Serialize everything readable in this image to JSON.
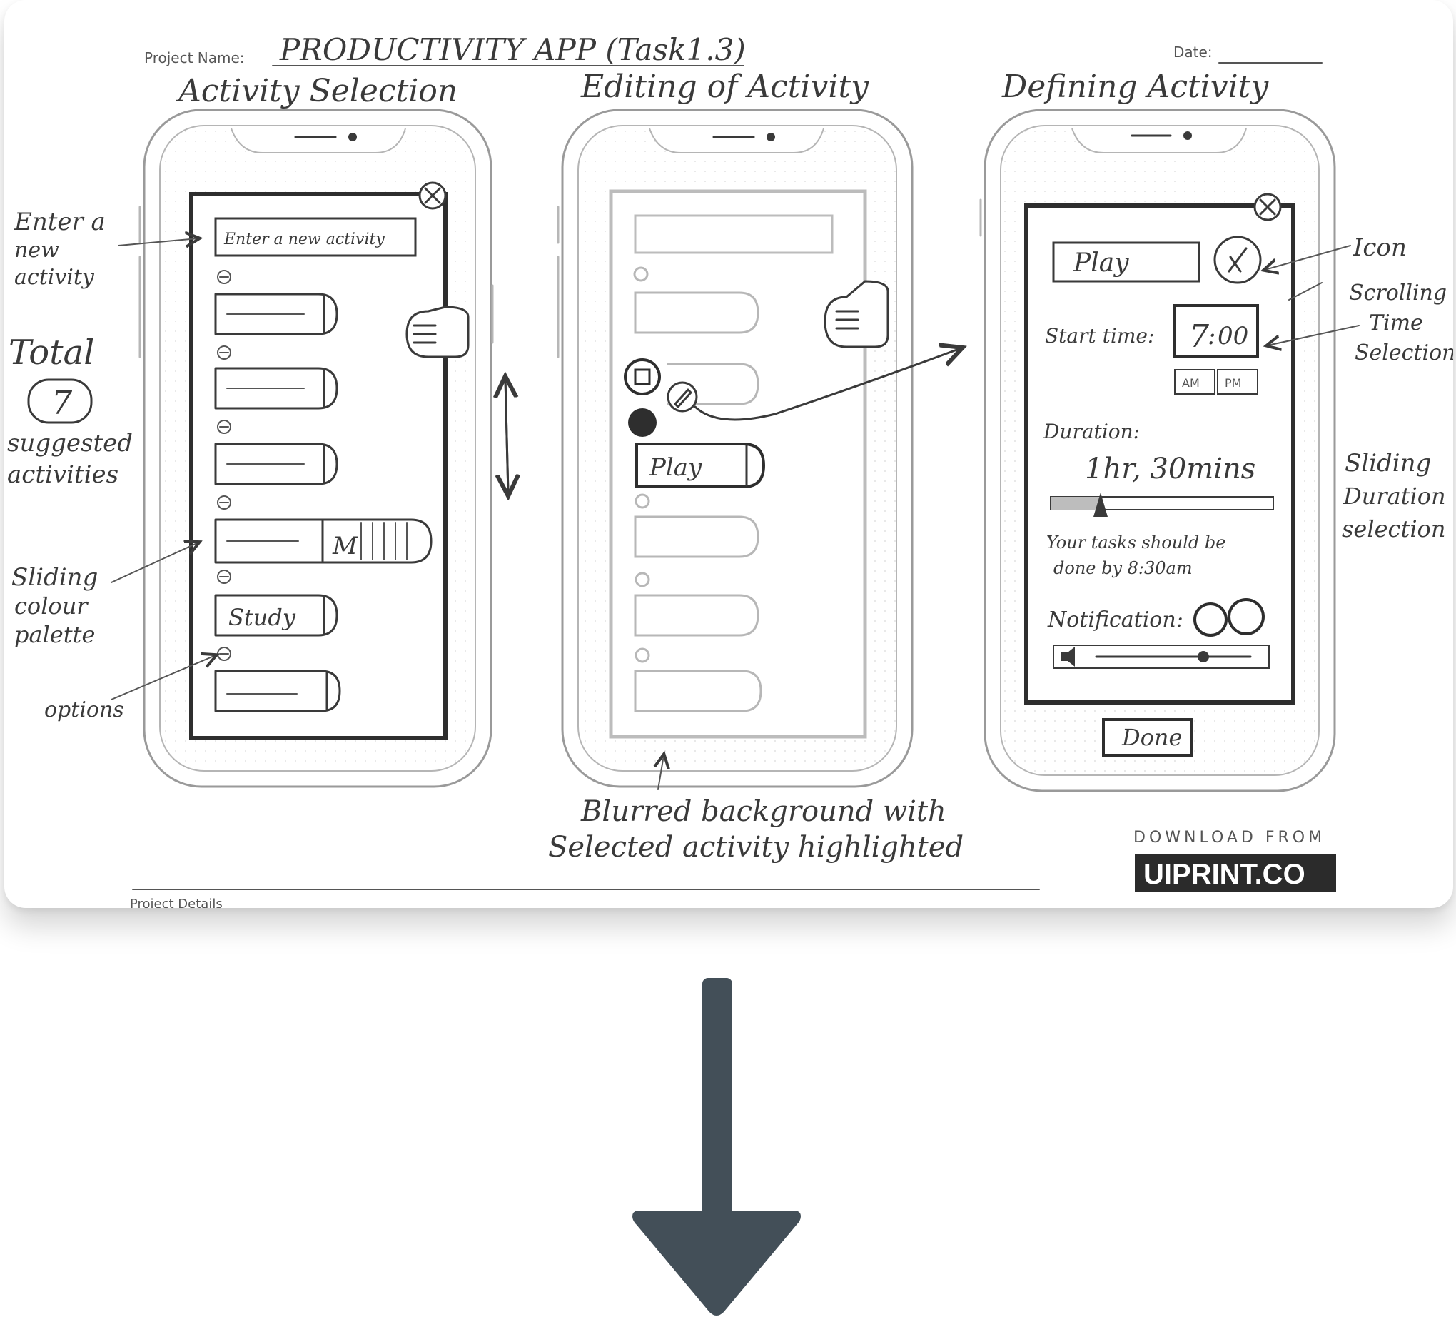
{
  "sheet": {
    "project_label": "Project Name:",
    "project_name": "PRODUCTIVITY APP (Task1.3)",
    "date_label": "Date:",
    "footer_label": "Project Details"
  },
  "screens": [
    {
      "title": "Activity Selection"
    },
    {
      "title": "Editing of Activity"
    },
    {
      "title": "Defining Activity"
    }
  ],
  "activity_selection": {
    "input_placeholder": "Enter a new activity",
    "study_label": "Study"
  },
  "editing": {
    "play_label": "Play"
  },
  "defining": {
    "activity_name": "Play",
    "start_time_label": "Start time:",
    "time_hour": "7",
    "time_minute": "00",
    "am_label": "AM",
    "pm_label": "PM",
    "duration_label": "Duration:",
    "duration_value": "1hr, 30mins",
    "done_by_line1": "Your tasks should be",
    "done_by_line2": "done by 8:30am",
    "notification_label": "Notification:",
    "done_button": "Done"
  },
  "annotations": {
    "enter_new_1": "Enter a",
    "enter_new_2": "new",
    "enter_new_3": "activity",
    "total_label": "Total",
    "total_value": "7",
    "suggested_1": "suggested",
    "suggested_2": "activities",
    "sliding_1": "Sliding",
    "sliding_2": "colour",
    "sliding_3": "palette",
    "options": "options",
    "icon": "Icon",
    "scroll_1": "Scrolling",
    "scroll_2": "Time",
    "scroll_3": "Selection",
    "slide_dur_1": "Sliding",
    "slide_dur_2": "Duration",
    "slide_dur_3": "selection",
    "blurred_1": "Blurred background with",
    "blurred_2": "Selected activity highlighted"
  },
  "branding": {
    "download_from": "DOWNLOAD FROM",
    "logo": "UIPRINT.CO"
  },
  "colors": {
    "arrow": "#434f58",
    "ink": "#3a3a3a",
    "logo_bg": "#2b2b2b"
  },
  "icons": [
    "close-icon",
    "edit-icon",
    "hamburger-icon",
    "speaker-icon",
    "down-arrow-icon"
  ]
}
